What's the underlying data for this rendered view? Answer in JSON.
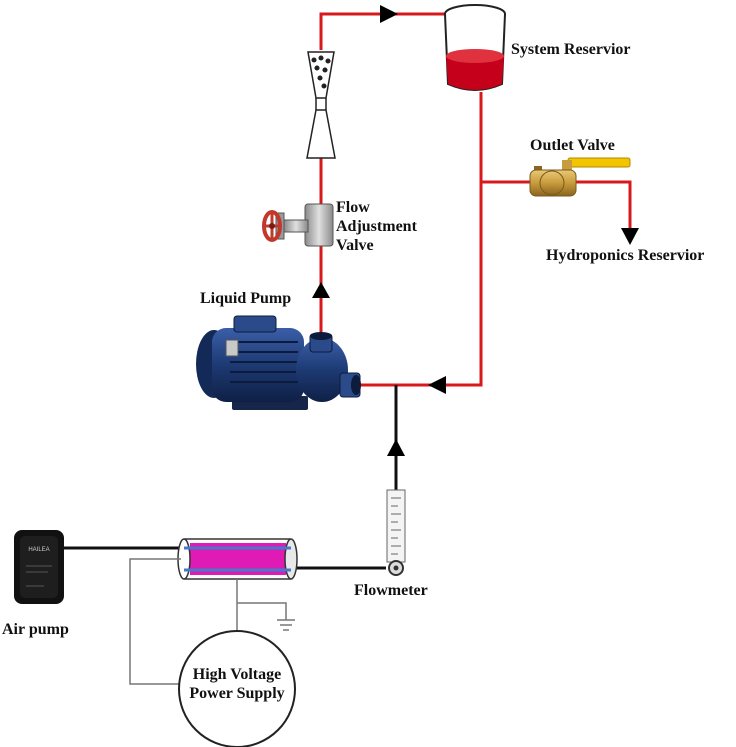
{
  "labels": {
    "system_reservoir": "System Reservior",
    "outlet_valve": "Outlet Valve",
    "hydroponics_reservoir": "Hydroponics Reservior",
    "flow_adjustment_valve_line1": "Flow",
    "flow_adjustment_valve_line2": "Adjustment",
    "flow_adjustment_valve_line3": "Valve",
    "liquid_pump": "Liquid Pump",
    "flowmeter": "Flowmeter",
    "air_pump": "Air pump",
    "power_supply_line1": "High Voltage",
    "power_supply_line2": "Power Supply"
  },
  "device_text": {
    "air_pump_brand": "HAILEA"
  },
  "colors": {
    "water_line": "#d7191c",
    "air_line": "#111111",
    "reservoir_liquid": "#c4001a",
    "plasma_tube": "#e01ab5",
    "pump_body": "#1d3a74",
    "valve_brass": "#c89b3c",
    "valve_handle": "#f2c500",
    "handwheel": "#c0392b"
  }
}
